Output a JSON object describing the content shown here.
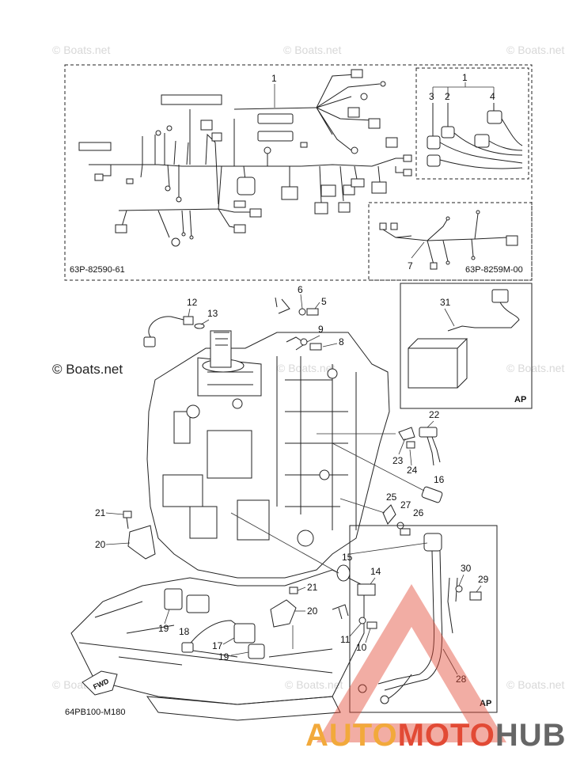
{
  "watermark": "© Boats.net",
  "harness_main": {
    "callout": "1",
    "code": "63P-82590-61"
  },
  "harness_ap_inset": {
    "callouts": [
      "1",
      "3",
      "2",
      "4"
    ]
  },
  "harness_sub": {
    "callout": "7",
    "code": "63P-8259M-00"
  },
  "battery_inset": {
    "callout": "31",
    "tag": "AP"
  },
  "cable_inset": {
    "callouts": [
      "30",
      "29",
      "28"
    ],
    "tag": "AP"
  },
  "callouts": [
    "12",
    "13",
    "6",
    "5",
    "9",
    "8",
    "22",
    "23",
    "24",
    "16",
    "25",
    "27",
    "26",
    "21",
    "20",
    "15",
    "14",
    "21",
    "20",
    "19",
    "18",
    "17",
    "19",
    "11",
    "10"
  ],
  "fwd_label": "FWD",
  "drawing_code": "64PB100-M180",
  "brand": {
    "part1": "AUTO",
    "part2": "MOTO",
    "part3": "HUB"
  },
  "colors": {
    "auto": "#f2a93b",
    "moto": "#e24a35",
    "hub": "#666666",
    "warning_triangle": "#e24a35"
  }
}
